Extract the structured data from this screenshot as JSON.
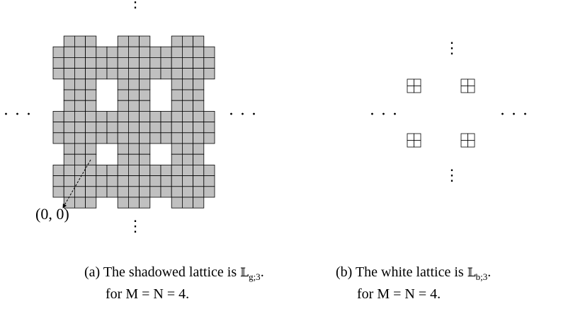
{
  "panel_a": {
    "origin_label": "(0, 0)",
    "caption_line1": "(a) The shadowed lattice is",
    "lattice_symbol": "𝕃",
    "lattice_sub": "g;3",
    "caption_line1_end": ".",
    "caption_line2": "for M = N = 4.",
    "fill_color": "#c0c0c0"
  },
  "panel_b": {
    "caption_line1": "(b) The white lattice is",
    "lattice_symbol": "𝕃",
    "lattice_sub": "b;3",
    "caption_line1_end": ".",
    "caption_line2": "for M = N = 4.",
    "fill_color": "#ffffff"
  },
  "ellipsis_h": "· · ·",
  "ellipsis_v": "⋮"
}
